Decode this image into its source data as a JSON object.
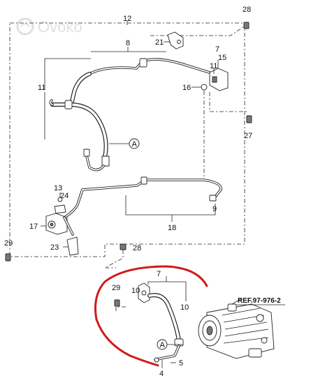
{
  "watermark": "Ovoko",
  "ref_label": "REF.97-976-2",
  "callout_a": "A",
  "labels": {
    "n28_top": "28",
    "n12": "12",
    "n8": "8",
    "n21": "21",
    "n7_top": "7",
    "n15": "15",
    "n11_left": "11",
    "n11_right": "11",
    "n16": "16",
    "n27": "27",
    "n13": "13",
    "n24": "24",
    "n9": "9",
    "n17": "17",
    "n18": "18",
    "n29_left": "29",
    "n23": "23",
    "n28_mid": "28",
    "n7_bottom": "7",
    "n29_bottom": "29",
    "n10_a": "10",
    "n10_b": "10",
    "n4": "4",
    "n5": "5"
  },
  "colors": {
    "line": "#222222",
    "highlight": "#d11a1a",
    "watermark": "#c9c9c9"
  }
}
